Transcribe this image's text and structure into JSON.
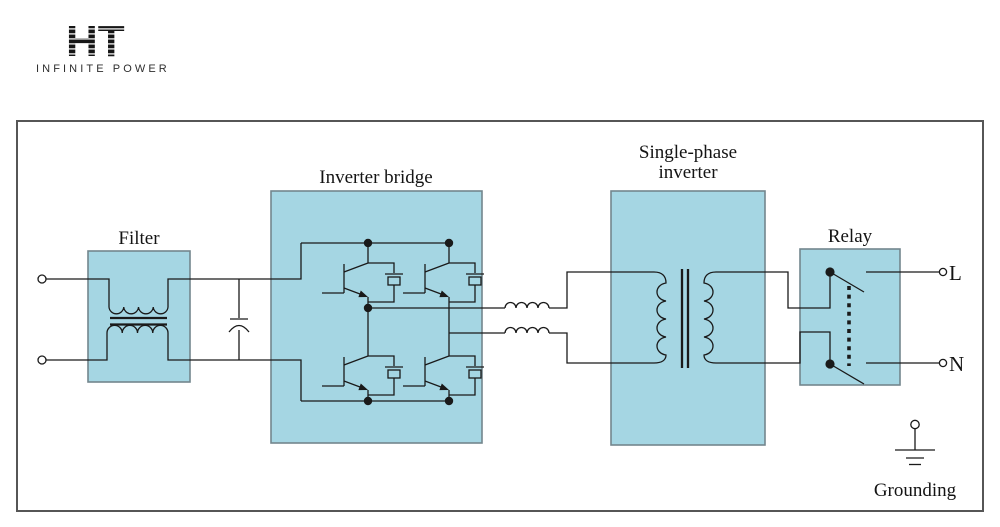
{
  "logo": {
    "monogram": "HT",
    "tagline": "INFINITE POWER"
  },
  "diagram": {
    "blocks": {
      "filter": "Filter",
      "inverter_bridge": "Inverter bridge",
      "single_phase": {
        "line1": "Single-phase",
        "line2": "inverter"
      },
      "relay": "Relay"
    },
    "terminals": {
      "line": "L",
      "neutral": "N"
    },
    "ground_label": "Grounding",
    "colors": {
      "block_fill": "#a5d6e3",
      "block_border": "#73868d",
      "wire": "#1a1a1a",
      "outer_border": "#565656"
    }
  }
}
